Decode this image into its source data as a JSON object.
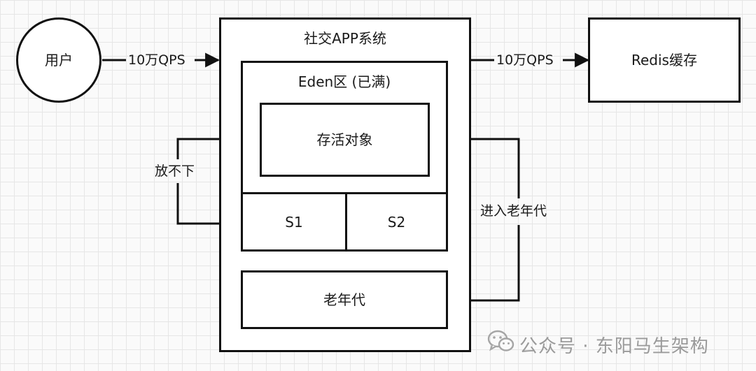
{
  "diagram": {
    "nodes": {
      "user": "用户",
      "app_system": "社交APP系统",
      "eden": "Eden区 (已满)",
      "live_objects": "存活对象",
      "s1": "S1",
      "s2": "S2",
      "old_gen": "老年代",
      "redis": "Redis缓存"
    },
    "edges": {
      "user_to_app": "10万QPS",
      "app_to_redis": "10万QPS",
      "overflow": "放不下",
      "promote": "进入老年代"
    }
  },
  "watermark": {
    "text": "公众号 · 东阳马生架构",
    "icon": "wechat-icon"
  }
}
